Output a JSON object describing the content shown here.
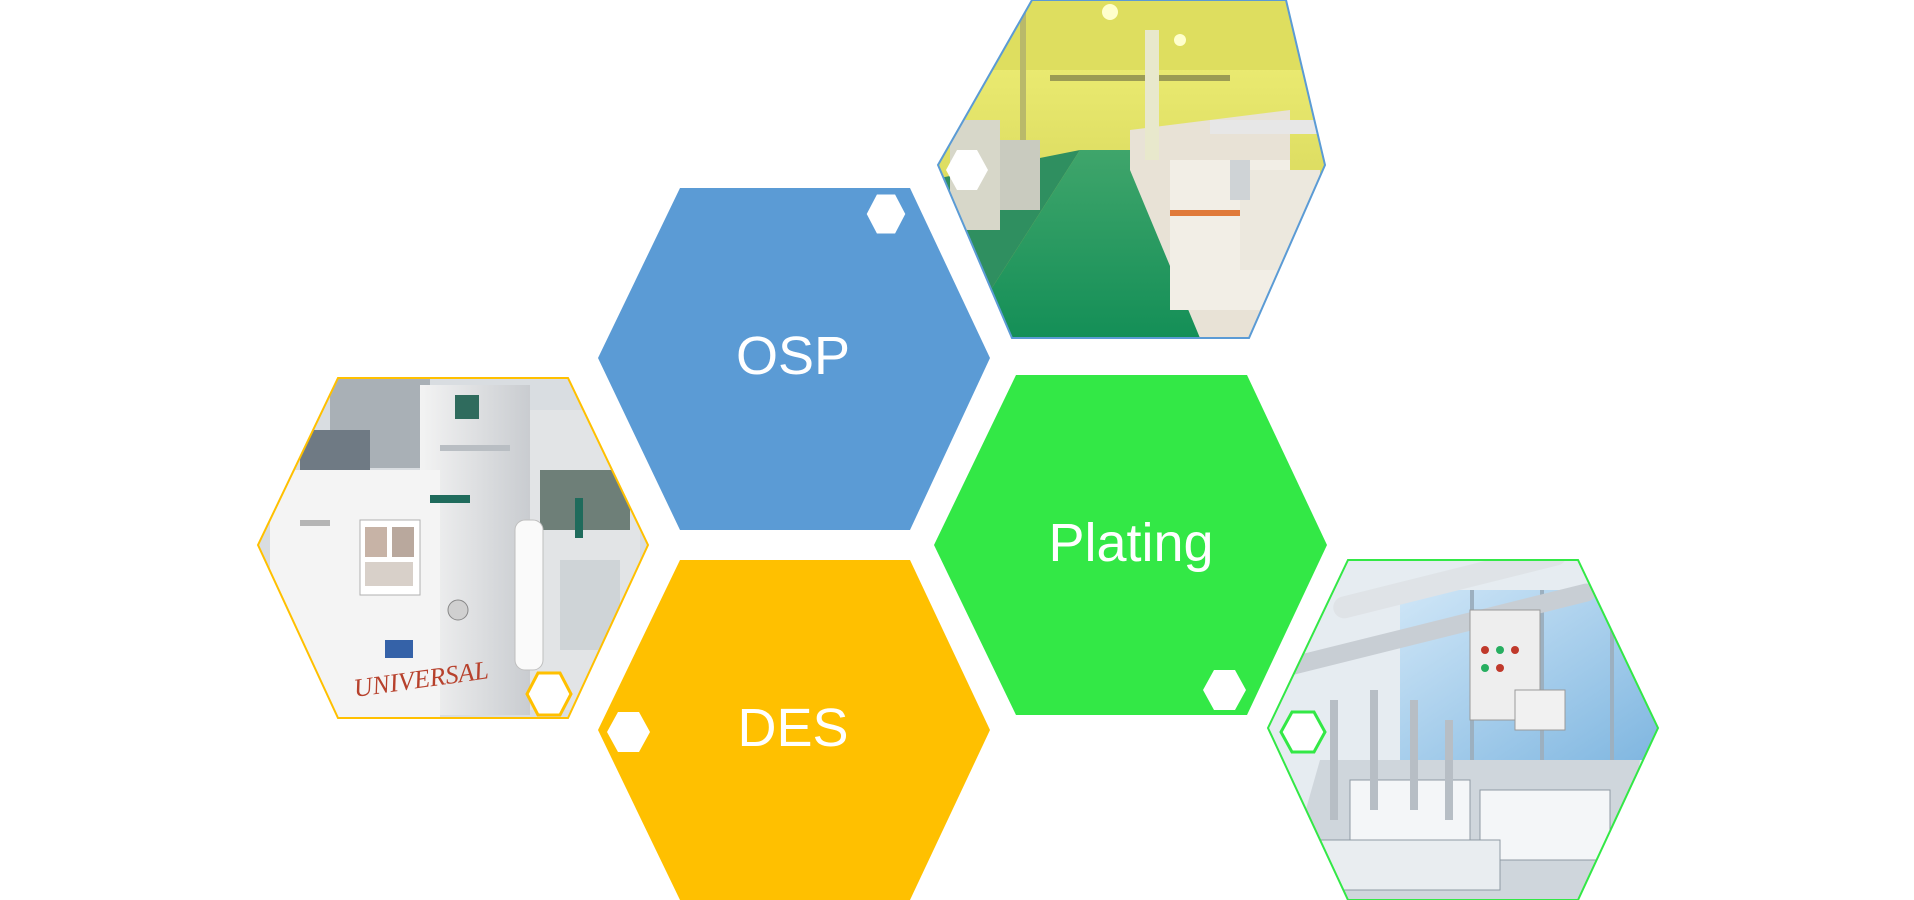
{
  "tiles": {
    "osp": {
      "label": "OSP",
      "color": "#5B9BD5"
    },
    "plating": {
      "label": "Plating",
      "color": "#33E846"
    },
    "des": {
      "label": "DES",
      "color": "#FFC000"
    }
  },
  "photos": {
    "top_right": {
      "subject": "cleanroom production line with green floor",
      "border_color": "#5B9BD5"
    },
    "left": {
      "subject": "white industrial machine branded Universal",
      "border_color": "#FFC000"
    },
    "bottom_right": {
      "subject": "plating tank line with control cabinets",
      "border_color": "#33E846"
    }
  },
  "photo_brand": "UNIVERSAL"
}
